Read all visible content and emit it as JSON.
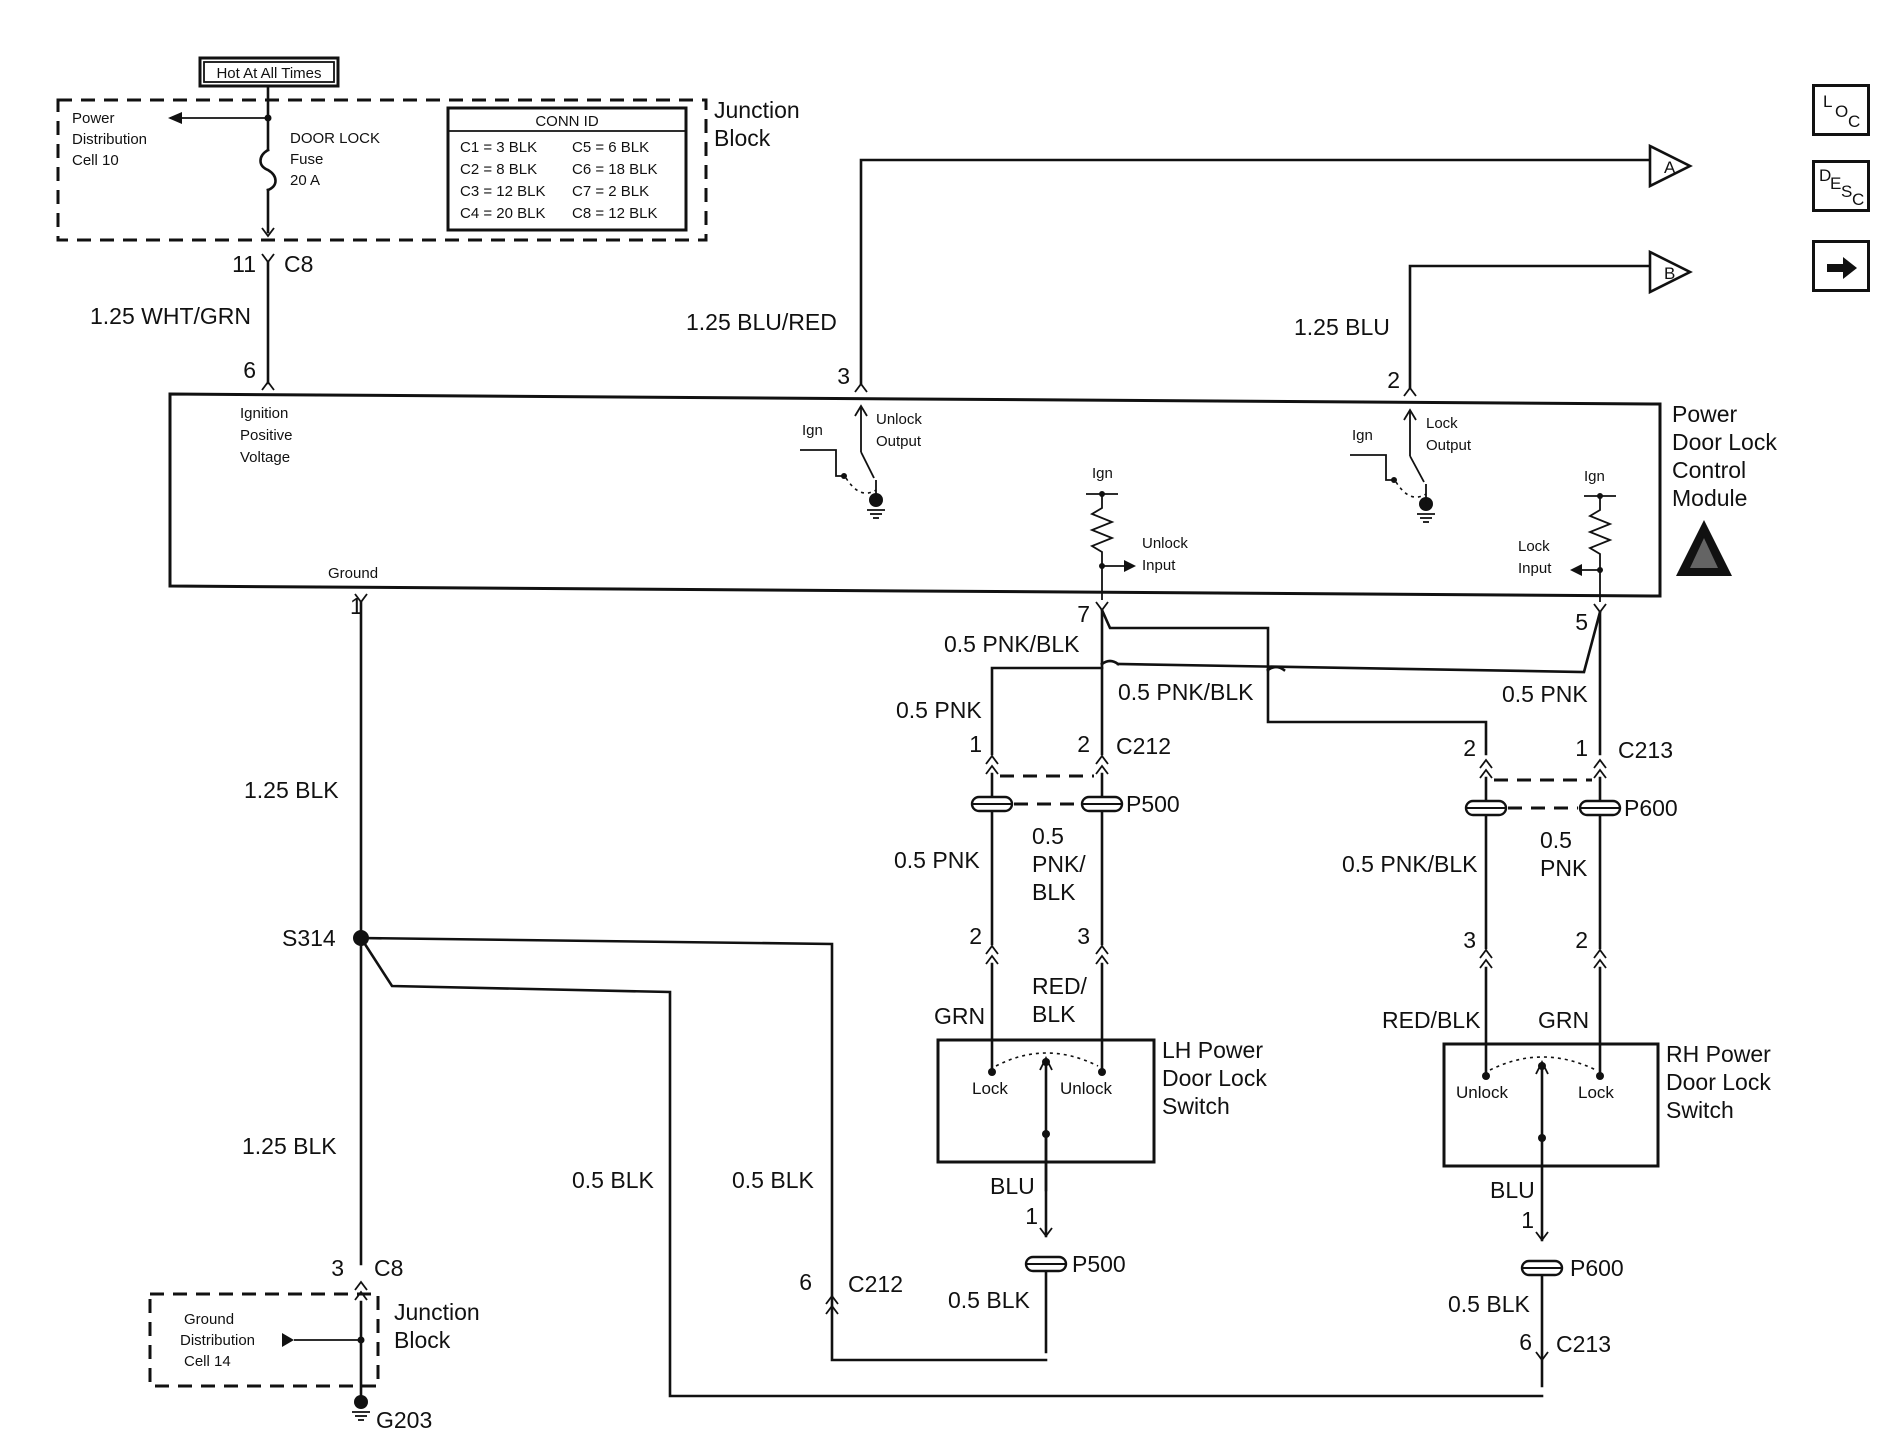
{
  "top": {
    "hot_label": "Hot At All Times",
    "power_dist": [
      "Power",
      "Distribution",
      "Cell 10"
    ],
    "fuse": [
      "DOOR LOCK",
      "Fuse",
      "20 A"
    ],
    "junction_block": [
      "Junction",
      "Block"
    ],
    "conn_id": {
      "title": "CONN ID",
      "rows": [
        [
          "C1 = 3 BLK",
          "C5 = 6 BLK"
        ],
        [
          "C2 = 8 BLK",
          "C6 = 18 BLK"
        ],
        [
          "C3 = 12 BLK",
          "C7 = 2 BLK"
        ],
        [
          "C4 = 20 BLK",
          "C8 = 12 BLK"
        ]
      ]
    }
  },
  "connectors": {
    "c8_top_pin": "11",
    "c8_top_label": "C8",
    "pin6": "6",
    "pin3": "3",
    "pin2": "2",
    "pin1": "1",
    "pin7": "7",
    "pin5": "5",
    "c212_top": "C212",
    "c213_top": "C213",
    "lh_p1": "1",
    "lh_p2": "2",
    "rh_p2": "2",
    "rh_p1": "1",
    "p500": "P500",
    "p600": "P600",
    "lh_low2": "2",
    "lh_low3": "3",
    "rh_low3": "3",
    "rh_low2": "2",
    "lh_blu_pin": "1",
    "rh_blu_pin": "1",
    "c8_bottom_pin": "3",
    "c8_bottom_label": "C8",
    "c212_bottom_pin": "6",
    "c212_bottom_label": "C212",
    "c213_bottom_pin": "6",
    "c213_bottom_label": "C213",
    "splice": "S314",
    "ground": "G203"
  },
  "wires": {
    "wht_grn": "1.25 WHT/GRN",
    "blu_red": "1.25 BLU/RED",
    "blu": "1.25 BLU",
    "pnk_blk_left": "0.5 PNK/BLK",
    "pnk_blk_mid": "0.5 PNK/BLK",
    "pnk_left": "0.5 PNK",
    "pnk_right": "0.5 PNK",
    "blk_upper": "1.25 BLK",
    "blk_lower": "1.25 BLK",
    "lh_pnk": "0.5 PNK",
    "lh_pnk_blk": [
      "0.5",
      "PNK/",
      "BLK"
    ],
    "rh_pnk_blk": "0.5 PNK/BLK",
    "rh_pnk": [
      "0.5",
      "PNK"
    ],
    "grn_lh": "GRN",
    "red_blk_lh": [
      "RED/",
      "BLK"
    ],
    "red_blk_rh": "RED/BLK",
    "grn_rh": "GRN",
    "blu_lh": "BLU",
    "blu_rh": "BLU",
    "blk_a": "0.5 BLK",
    "blk_b": "0.5 BLK",
    "blk_lh": "0.5 BLK",
    "blk_rh": "0.5 BLK"
  },
  "module": {
    "name": [
      "Power",
      "Door Lock",
      "Control",
      "Module"
    ],
    "ignition": [
      "Ignition",
      "Positive",
      "Voltage"
    ],
    "ground": "Ground",
    "ign": "Ign",
    "unlock_output": [
      "Unlock",
      "Output"
    ],
    "lock_output": [
      "Lock",
      "Output"
    ],
    "unlock_input": [
      "Unlock",
      "Input"
    ],
    "lock_input": [
      "Lock",
      "Input"
    ]
  },
  "switches": {
    "lh": {
      "name": [
        "LH Power",
        "Door Lock",
        "Switch"
      ],
      "left": "Lock",
      "right": "Unlock"
    },
    "rh": {
      "name": [
        "RH Power",
        "Door Lock",
        "Switch"
      ],
      "left": "Unlock",
      "right": "Lock"
    }
  },
  "ground_block": {
    "cell": [
      "Ground",
      "Distribution",
      "Cell 14"
    ],
    "name": [
      "Junction",
      "Block"
    ]
  },
  "arrows": {
    "a": "A",
    "b": "B"
  },
  "nav": {
    "loc": [
      "L",
      "O",
      "C"
    ],
    "desc": [
      "D",
      "E",
      "S",
      "C"
    ],
    "next_icon": "right-arrow-icon"
  }
}
